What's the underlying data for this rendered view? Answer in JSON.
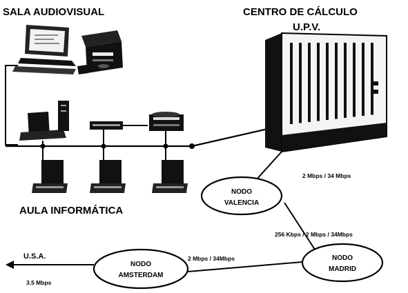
{
  "titles": {
    "sala": "SALA AUDIOVISUAL",
    "centro_line1": "CENTRO DE CÁLCULO",
    "centro_line2": "U.P.V.",
    "aula": "AULA INFORMÁTICA"
  },
  "nodes": {
    "valencia": [
      "NODO",
      "VALENCIA"
    ],
    "madrid": [
      "NODO",
      "MADRID"
    ],
    "amsterdam": [
      "NODO",
      "AMSTERDAM"
    ]
  },
  "links": {
    "centro_valencia": "2 Mbps / 34 Mbps",
    "valencia_madrid": "256 Kbps / 2 Mbps / 34Mbps",
    "madrid_amsterdam": "2 Mbps / 34Mbps",
    "usa_label": "U.S.A.",
    "usa_speed": "3.5 Mbps"
  }
}
